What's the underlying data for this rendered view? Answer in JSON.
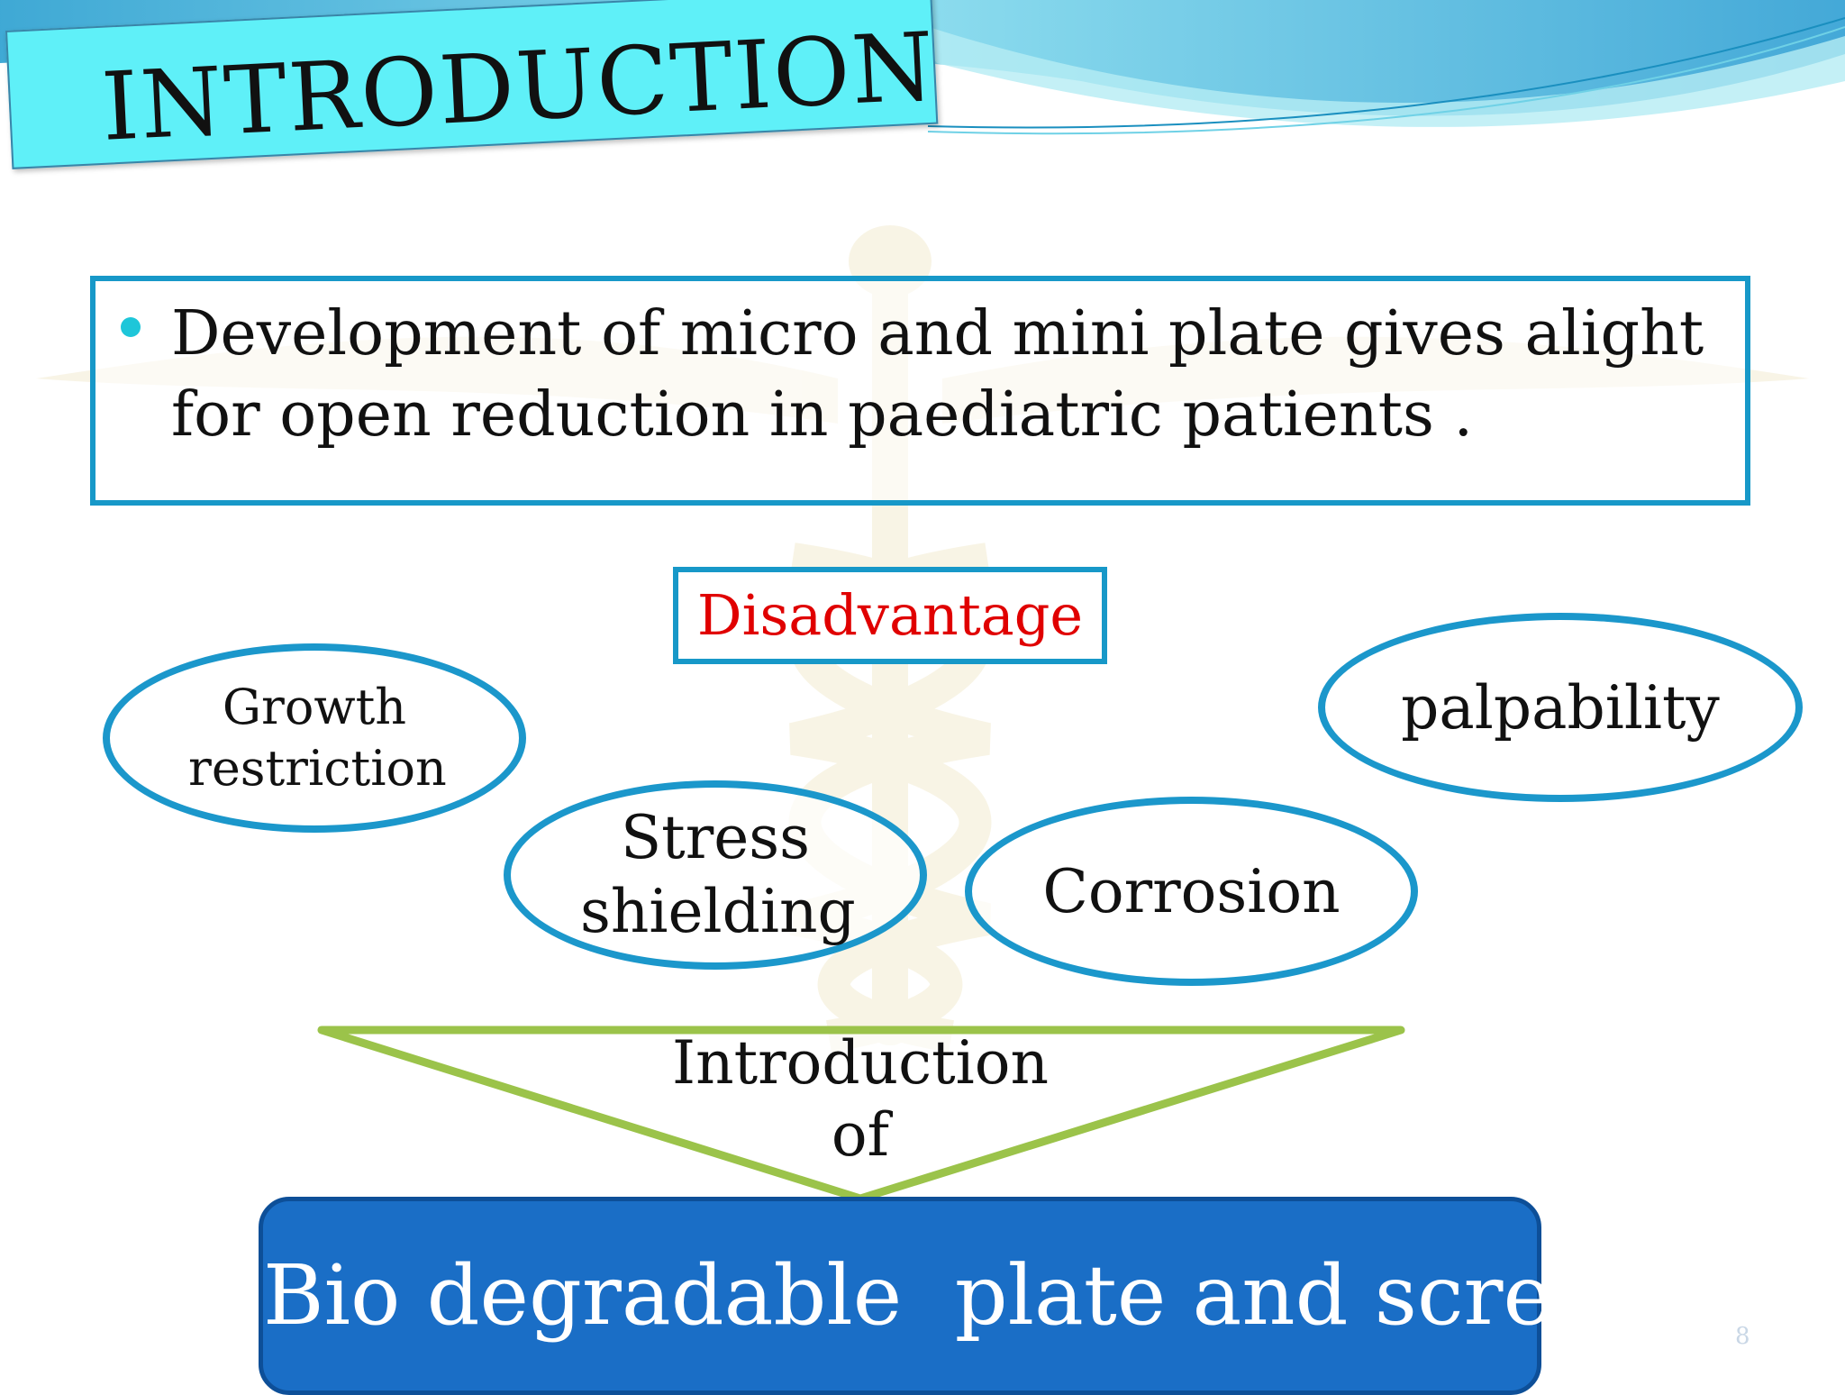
{
  "slide": {
    "title": "INTRODUCTION",
    "bullet_text": "Development of micro and mini plate gives alight for open reduction in paediatric patients .",
    "disadvantage_label": "Disadvantage",
    "disadvantages": {
      "growth": "Growth restriction",
      "stress": "Stress shielding",
      "corrosion": "Corrosion",
      "palpability": "palpability"
    },
    "arrow_text": "Introduction of",
    "result": "Bio degradable  plate and screw",
    "page_number": "8"
  },
  "colors": {
    "banner": "#5ff0f8",
    "border_blue": "#1798c8",
    "disadvantage_text": "#e00000",
    "arrow_green": "#9bc34a",
    "result_box": "#1a6ec6"
  },
  "icons": {
    "bullet": "circle-bullet",
    "watermark": "caduceus-watermark"
  }
}
